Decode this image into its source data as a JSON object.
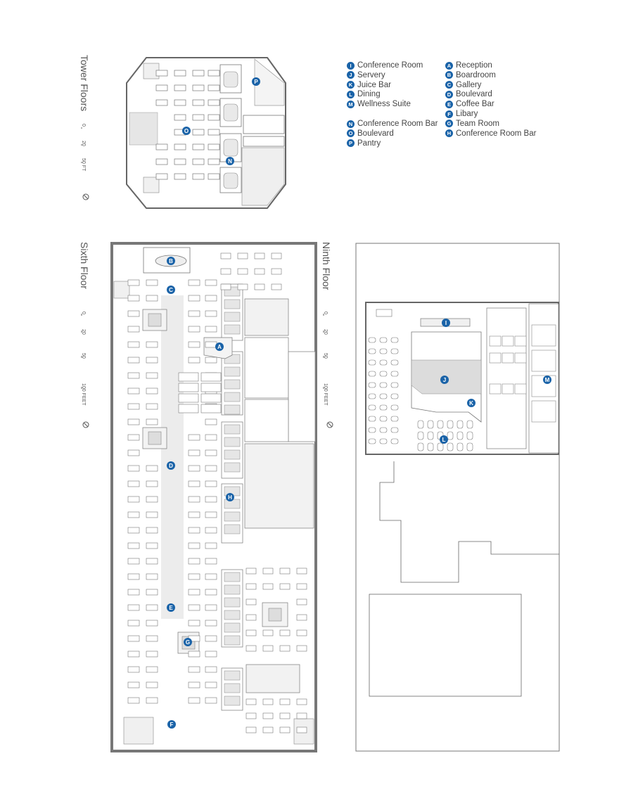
{
  "floors": {
    "tower": {
      "title": "Tower Floors",
      "scale": [
        "0",
        "20",
        "50 FT"
      ]
    },
    "sixth": {
      "title": "Sixth Floor",
      "scale": [
        "0",
        "20",
        "50",
        "100 FEET"
      ]
    },
    "ninth": {
      "title": "Ninth Floor",
      "scale": [
        "0",
        "20",
        "50",
        "100 FEET"
      ]
    }
  },
  "legend": {
    "col1": [
      {
        "key": "I",
        "label": "Conference Room"
      },
      {
        "key": "J",
        "label": "Servery"
      },
      {
        "key": "K",
        "label": "Juice Bar"
      },
      {
        "key": "L",
        "label": "Dining"
      },
      {
        "key": "M",
        "label": "Wellness Suite"
      },
      {
        "key": "N",
        "label": "Conference Room Bar"
      },
      {
        "key": "O",
        "label": "Boulevard"
      },
      {
        "key": "P",
        "label": "Pantry"
      }
    ],
    "col2": [
      {
        "key": "A",
        "label": "Reception"
      },
      {
        "key": "B",
        "label": "Boardroom"
      },
      {
        "key": "C",
        "label": "Gallery"
      },
      {
        "key": "D",
        "label": "Boulevard"
      },
      {
        "key": "E",
        "label": "Coffee Bar"
      },
      {
        "key": "F",
        "label": "Libary"
      },
      {
        "key": "G",
        "label": "Team Room"
      },
      {
        "key": "H",
        "label": "Conference Room Bar"
      }
    ]
  },
  "plan_markers": {
    "tower": [
      "O",
      "P",
      "N"
    ],
    "sixth": [
      "A",
      "B",
      "C",
      "D",
      "E",
      "F",
      "G",
      "H"
    ],
    "ninth": [
      "I",
      "J",
      "K",
      "L",
      "M"
    ]
  },
  "colors": {
    "marker": "#1a63a8",
    "wall": "#888888",
    "line": "#555555",
    "shade": "#e6e6e6"
  },
  "icons": {
    "north_arrow": "north-arrow-icon"
  }
}
